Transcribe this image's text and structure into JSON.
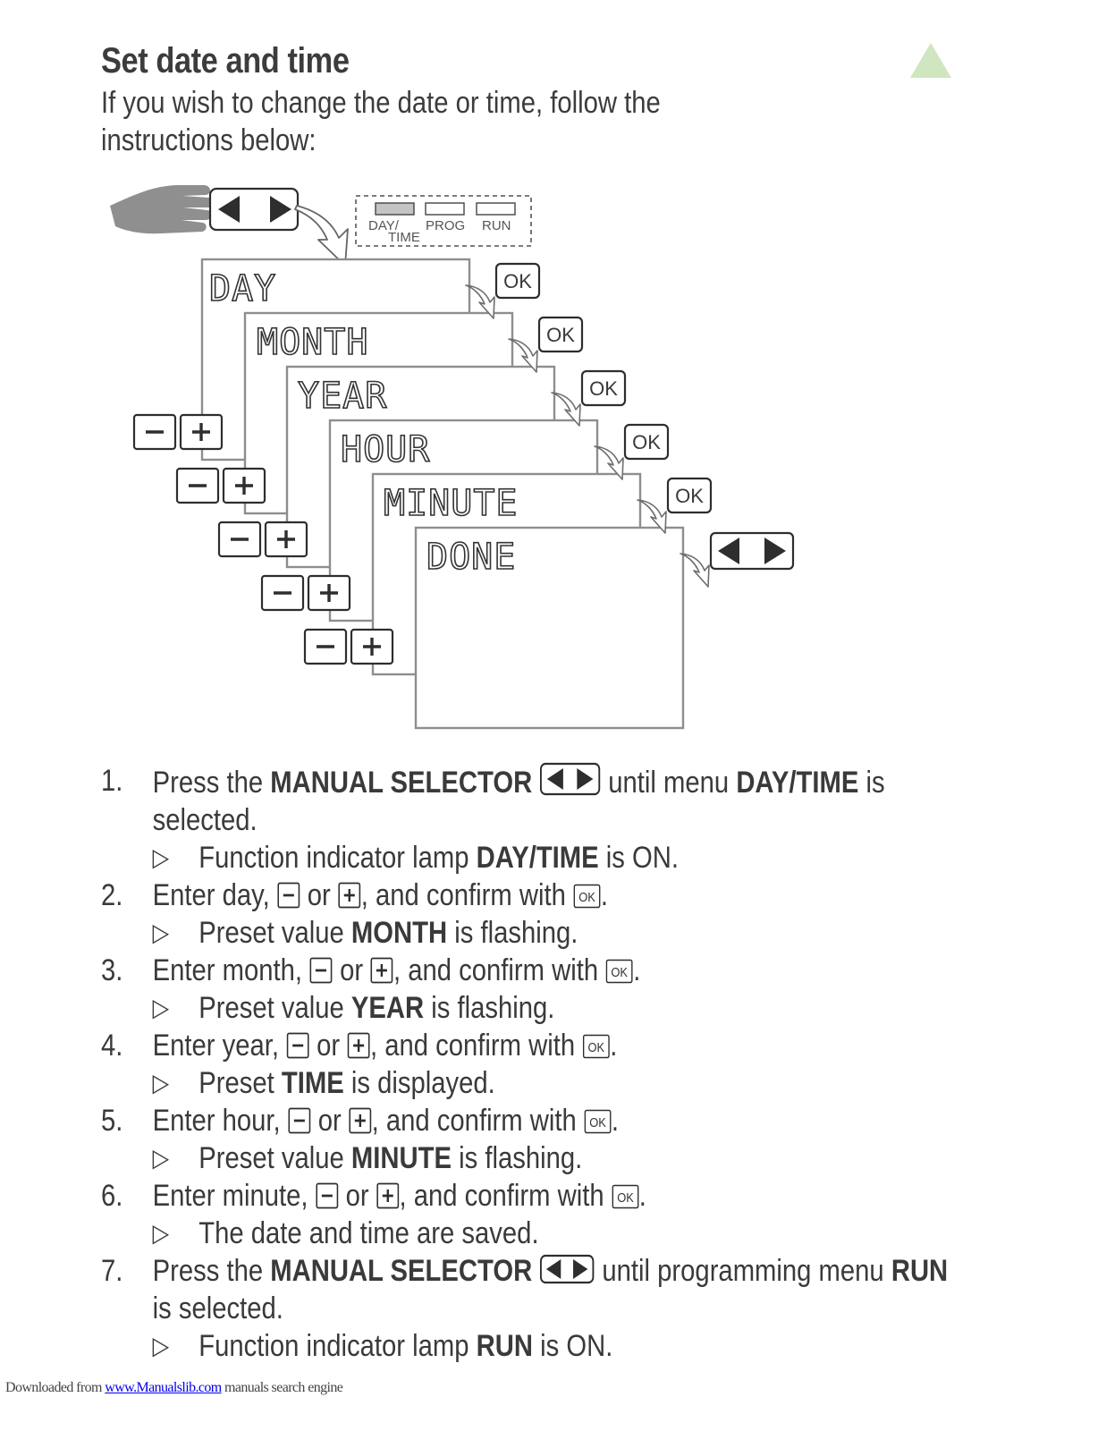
{
  "page": {
    "title": "Set date and time",
    "intro_line1": "If you wish to change the date or time, follow the",
    "intro_line2": "instructions below:"
  },
  "diagram": {
    "lamps": [
      "DAY/",
      "TIME",
      "PROG",
      "RUN"
    ],
    "ok_label": "OK",
    "screens": [
      "DAY",
      "MONTH",
      "YEAR",
      "HOUR",
      "MINUTE",
      "DONE"
    ]
  },
  "steps": [
    {
      "num": "1.",
      "parts": [
        "Press the ",
        "MANUAL SELECTOR",
        " until menu ",
        "DAY/TIME",
        " is"
      ],
      "cont": "selected.",
      "result_parts": [
        "Function indicator lamp ",
        "DAY/TIME",
        " is ON."
      ]
    },
    {
      "num": "2.",
      "parts": [
        "Enter day, ",
        " or ",
        ", and confirm with ",
        "."
      ],
      "result_parts": [
        "Preset value ",
        "MONTH",
        " is flashing."
      ]
    },
    {
      "num": "3.",
      "parts": [
        "Enter month, ",
        " or ",
        ", and confirm with ",
        "."
      ],
      "result_parts": [
        "Preset value ",
        "YEAR",
        " is flashing."
      ]
    },
    {
      "num": "4.",
      "parts": [
        "Enter year, ",
        " or ",
        ", and confirm with ",
        "."
      ],
      "result_parts": [
        "Preset ",
        "TIME",
        " is displayed."
      ]
    },
    {
      "num": "5.",
      "parts": [
        "Enter hour, ",
        " or ",
        ", and confirm with ",
        "."
      ],
      "result_parts": [
        "Preset value ",
        "MINUTE",
        " is flashing."
      ]
    },
    {
      "num": "6.",
      "parts": [
        "Enter minute, ",
        " or ",
        ", and confirm with ",
        "."
      ],
      "result": "The date and time are saved."
    },
    {
      "num": "7.",
      "parts": [
        "Press the ",
        "MANUAL SELECTOR",
        " until programming menu ",
        "RUN"
      ],
      "cont": "is selected.",
      "result_parts": [
        "Function indicator lamp ",
        "RUN",
        " is ON."
      ]
    }
  ],
  "result_marker": "▷",
  "footer": {
    "prefix": "Downloaded from ",
    "link": "www.Manualslib.com",
    "suffix": " manuals search engine"
  },
  "colors": {
    "text": "#3a3a3a",
    "accent_triangle": "#cfe6c0",
    "frame": "#8a8a8a",
    "lamp_active": "#c4c4c4"
  },
  "icons": [
    "hand-pointer-icon",
    "left-right-selector-icon",
    "minus-key-icon",
    "plus-key-icon",
    "ok-key-icon",
    "curved-arrow-icon",
    "next-page-triangle-icon"
  ]
}
